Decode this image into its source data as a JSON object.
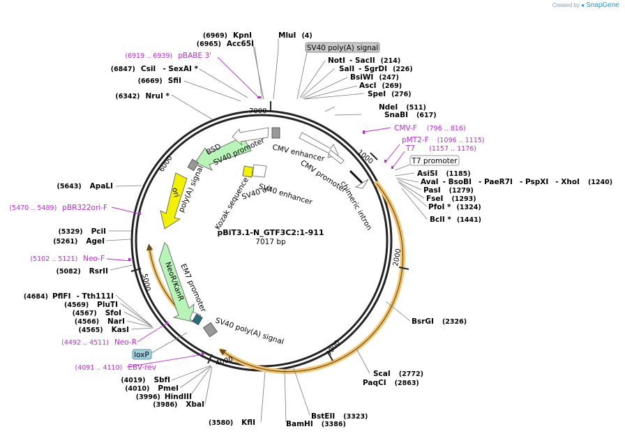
{
  "watermark": {
    "prefix": "Created by",
    "brand": "SnapGene"
  },
  "plasmid": {
    "name": "pBiT3.1-N_GTF3C2:1-911",
    "size_label": "7017 bp"
  },
  "ticks": [
    "1000",
    "2000",
    "3000",
    "4000",
    "5000",
    "7000"
  ],
  "sites_right": [
    {
      "name": "MluI",
      "pos": "(4)"
    },
    {
      "name": "NotI",
      "sep": "- ",
      "name2": "SacII",
      "pos": "(214)"
    },
    {
      "name": "SalI",
      "sep": "- ",
      "name2": "SgrDI",
      "pos": "(226)"
    },
    {
      "name": "BsiWI",
      "pos": "(247)"
    },
    {
      "name": "AscI",
      "pos": "(269)"
    },
    {
      "name": "SpeI",
      "pos": "(276)"
    },
    {
      "name": "NdeI",
      "pos": "(511)"
    },
    {
      "name": "SnaBI",
      "pos": "(617)"
    },
    {
      "name": "AsiSI",
      "pos": "(1185)"
    },
    {
      "name": "AvaI",
      "sep": "- ",
      "name2": "BsoBI",
      "name3": "PaeR7I",
      "name4": "PspXI",
      "name5": "XhoI",
      "pos": "(1240)"
    },
    {
      "name": "PasI",
      "pos": "(1279)"
    },
    {
      "name": "FseI",
      "pos": "(1293)"
    },
    {
      "name": "PfoI *",
      "pos": "(1324)"
    },
    {
      "name": "BclI *",
      "pos": "(1441)"
    },
    {
      "name": "BsrGI",
      "pos": "(2326)"
    },
    {
      "name": "ScaI",
      "pos": "(2772)"
    },
    {
      "name": "PaqCI",
      "pos": "(2863)"
    },
    {
      "name": "BstEII",
      "pos": "(3323)"
    },
    {
      "name": "BamHI",
      "pos": "(3386)"
    },
    {
      "name": "KflI",
      "pos": "(3580)"
    }
  ],
  "sites_left": [
    {
      "name": "KpnI",
      "pos": "(6969)"
    },
    {
      "name": "Acc65I",
      "pos": "(6965)"
    },
    {
      "name": "CsiI",
      "sep": "- ",
      "name2": "SexAI *",
      "pos": "(6847)"
    },
    {
      "name": "SfiI",
      "pos": "(6669)"
    },
    {
      "name": "NruI *",
      "pos": "(6342)"
    },
    {
      "name": "ApaLI",
      "pos": "(5643)"
    },
    {
      "name": "PciI",
      "pos": "(5329)"
    },
    {
      "name": "AgeI",
      "pos": "(5261)"
    },
    {
      "name": "RsrII",
      "pos": "(5082)"
    },
    {
      "name": "PflFI",
      "sep": "- ",
      "name2": "Tth111I",
      "pos": "(4684)"
    },
    {
      "name": "PluTI",
      "pos": "(4569)"
    },
    {
      "name": "SfoI",
      "pos": "(4567)"
    },
    {
      "name": "NarI",
      "pos": "(4566)"
    },
    {
      "name": "KasI",
      "pos": "(4565)"
    },
    {
      "name": "SbfI",
      "pos": "(4019)"
    },
    {
      "name": "PmeI",
      "pos": "(4010)"
    },
    {
      "name": "HindIII",
      "pos": "(3996)"
    },
    {
      "name": "XbaI",
      "pos": "(3986)"
    }
  ],
  "primers": [
    {
      "name": "pBABE 3'",
      "range": "(6919 .. 6939)"
    },
    {
      "name": "CMV-F",
      "range": "(796 .. 816)"
    },
    {
      "name": "pMT2-F",
      "range": "(1096 .. 1115)"
    },
    {
      "name": "T7",
      "range": "(1157 .. 1176)"
    },
    {
      "name": "pBR322ori-F",
      "range": "(5470 .. 5489)"
    },
    {
      "name": "Neo-F",
      "range": "(5102 .. 5121)"
    },
    {
      "name": "Neo-R",
      "range": "(4492 .. 4511)"
    },
    {
      "name": "EBV-rev",
      "range": "(4091 .. 4110)"
    }
  ],
  "boxed": {
    "sv40_polya_top": "SV40 poly(A) signal",
    "t7_promoter": "T7 promoter",
    "loxp": "loxP"
  },
  "features": {
    "bsd": "BSD",
    "sv40_promoter": "SV40 promoter",
    "cmv_enhancer": "CMV enhancer",
    "cmv_promoter": "CMV promoter",
    "chimeric_intron": "chimeric intron",
    "kozak": "Kozak sequence",
    "sv40_enhancer": "SV40 enhancer",
    "sv40_ori": "SV40 ori",
    "polya_inner": "poly(A) signal",
    "ori": "ori",
    "em7_promoter": "EM7 promoter",
    "neor": "NeoR/KanR",
    "sv40_polya_bottom": "SV40 poly(A) signal"
  },
  "colors": {
    "bsd": "#b7f4b7",
    "neor": "#b7f4b7",
    "ori": "#f2f200",
    "orf": "#f0c060",
    "primer": "#b82ad6",
    "loxp": "#9fd3e0",
    "backbone": "#222222"
  }
}
